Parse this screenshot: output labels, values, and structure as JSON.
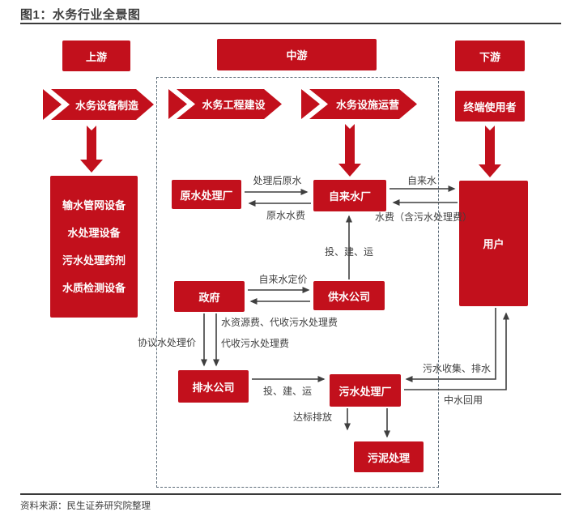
{
  "title": "图1：水务行业全景图",
  "source": "资料来源：民生证券研究院整理",
  "colors": {
    "red": "#c2101c",
    "line": "#3f3f3f",
    "dashed_border": "#5c6b78"
  },
  "lanes": {
    "upstream": "上游",
    "midstream": "中游",
    "downstream": "下游"
  },
  "process": {
    "manufacture": "水务设备制造",
    "construction": "水务工程建设",
    "operation": "水务设施运营",
    "end_user": "终端使用者"
  },
  "nodes": {
    "upstream_products": {
      "lines": [
        "输水管网设备",
        "水处理设备",
        "污水处理药剂",
        "水质检测设备"
      ]
    },
    "raw_water_plant": "原水处理厂",
    "tap_water_plant": "自来水厂",
    "government": "政府",
    "water_supply_co": "供水公司",
    "drainage_co": "排水公司",
    "sewage_plant": "污水处理厂",
    "sludge_treatment": "污泥处理",
    "users": "用户"
  },
  "edge_labels": {
    "treated_raw_water": "处理后原水",
    "raw_water_fee": "原水水费",
    "tap_water": "自来水",
    "water_fee": "水费（含污水处理费）",
    "tap_water_pricing": "自来水定价",
    "resource_fee": "水资源费、代收污水处理费",
    "invest_build_operate_1": "投、建、运",
    "negotiated_price": "协议水处理价",
    "collected_sewage_fee": "代收污水处理费",
    "invest_build_operate_2": "投、建、运",
    "standard_discharge": "达标排放",
    "sewage_collection": "污水收集、排水",
    "reclaimed_water": "中水回用"
  }
}
